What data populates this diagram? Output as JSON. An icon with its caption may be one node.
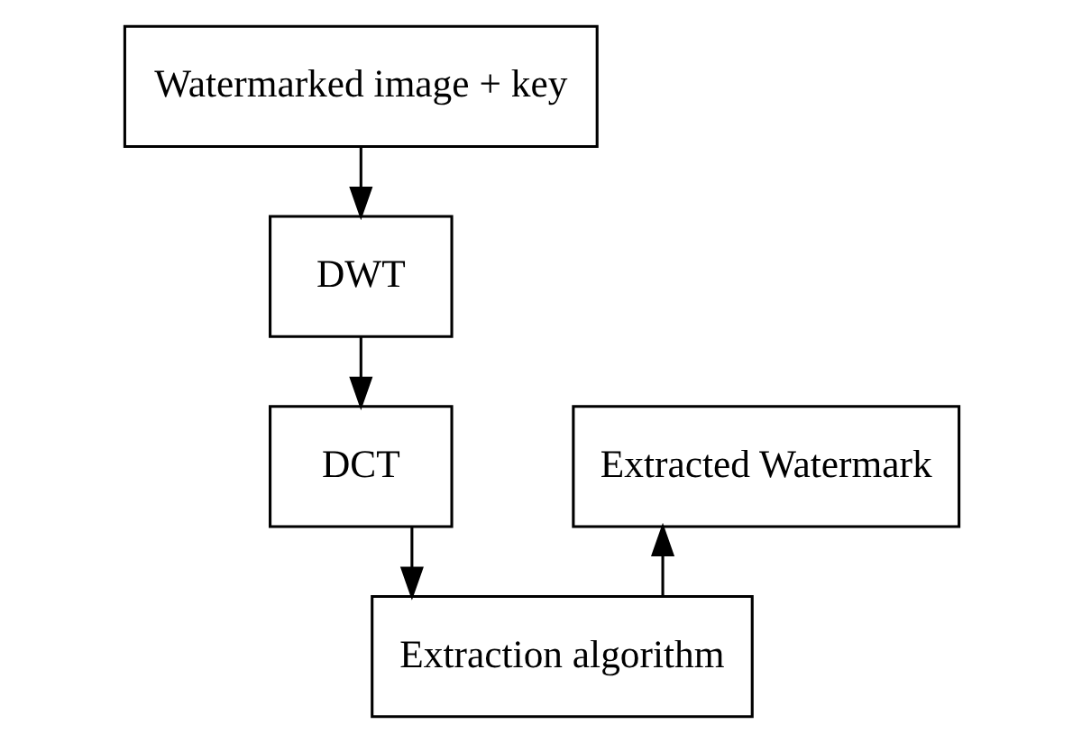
{
  "diagram": {
    "nodes": [
      {
        "text": [
          "Watermarked image + key"
        ]
      },
      {
        "text": [
          "DWT"
        ]
      },
      {
        "text": [
          "DCT"
        ]
      },
      {
        "text": [
          "Extraction algorithm"
        ]
      },
      {
        "text": [
          "Extracted Watermark"
        ]
      }
    ],
    "edges": [
      {
        "from": 0,
        "to": 1,
        "arrow": "to"
      },
      {
        "from": 1,
        "to": 2,
        "arrow": "to"
      },
      {
        "from": 2,
        "to": 3,
        "arrow": "to"
      },
      {
        "from": 3,
        "to": 4,
        "arrow": "to"
      }
    ]
  }
}
